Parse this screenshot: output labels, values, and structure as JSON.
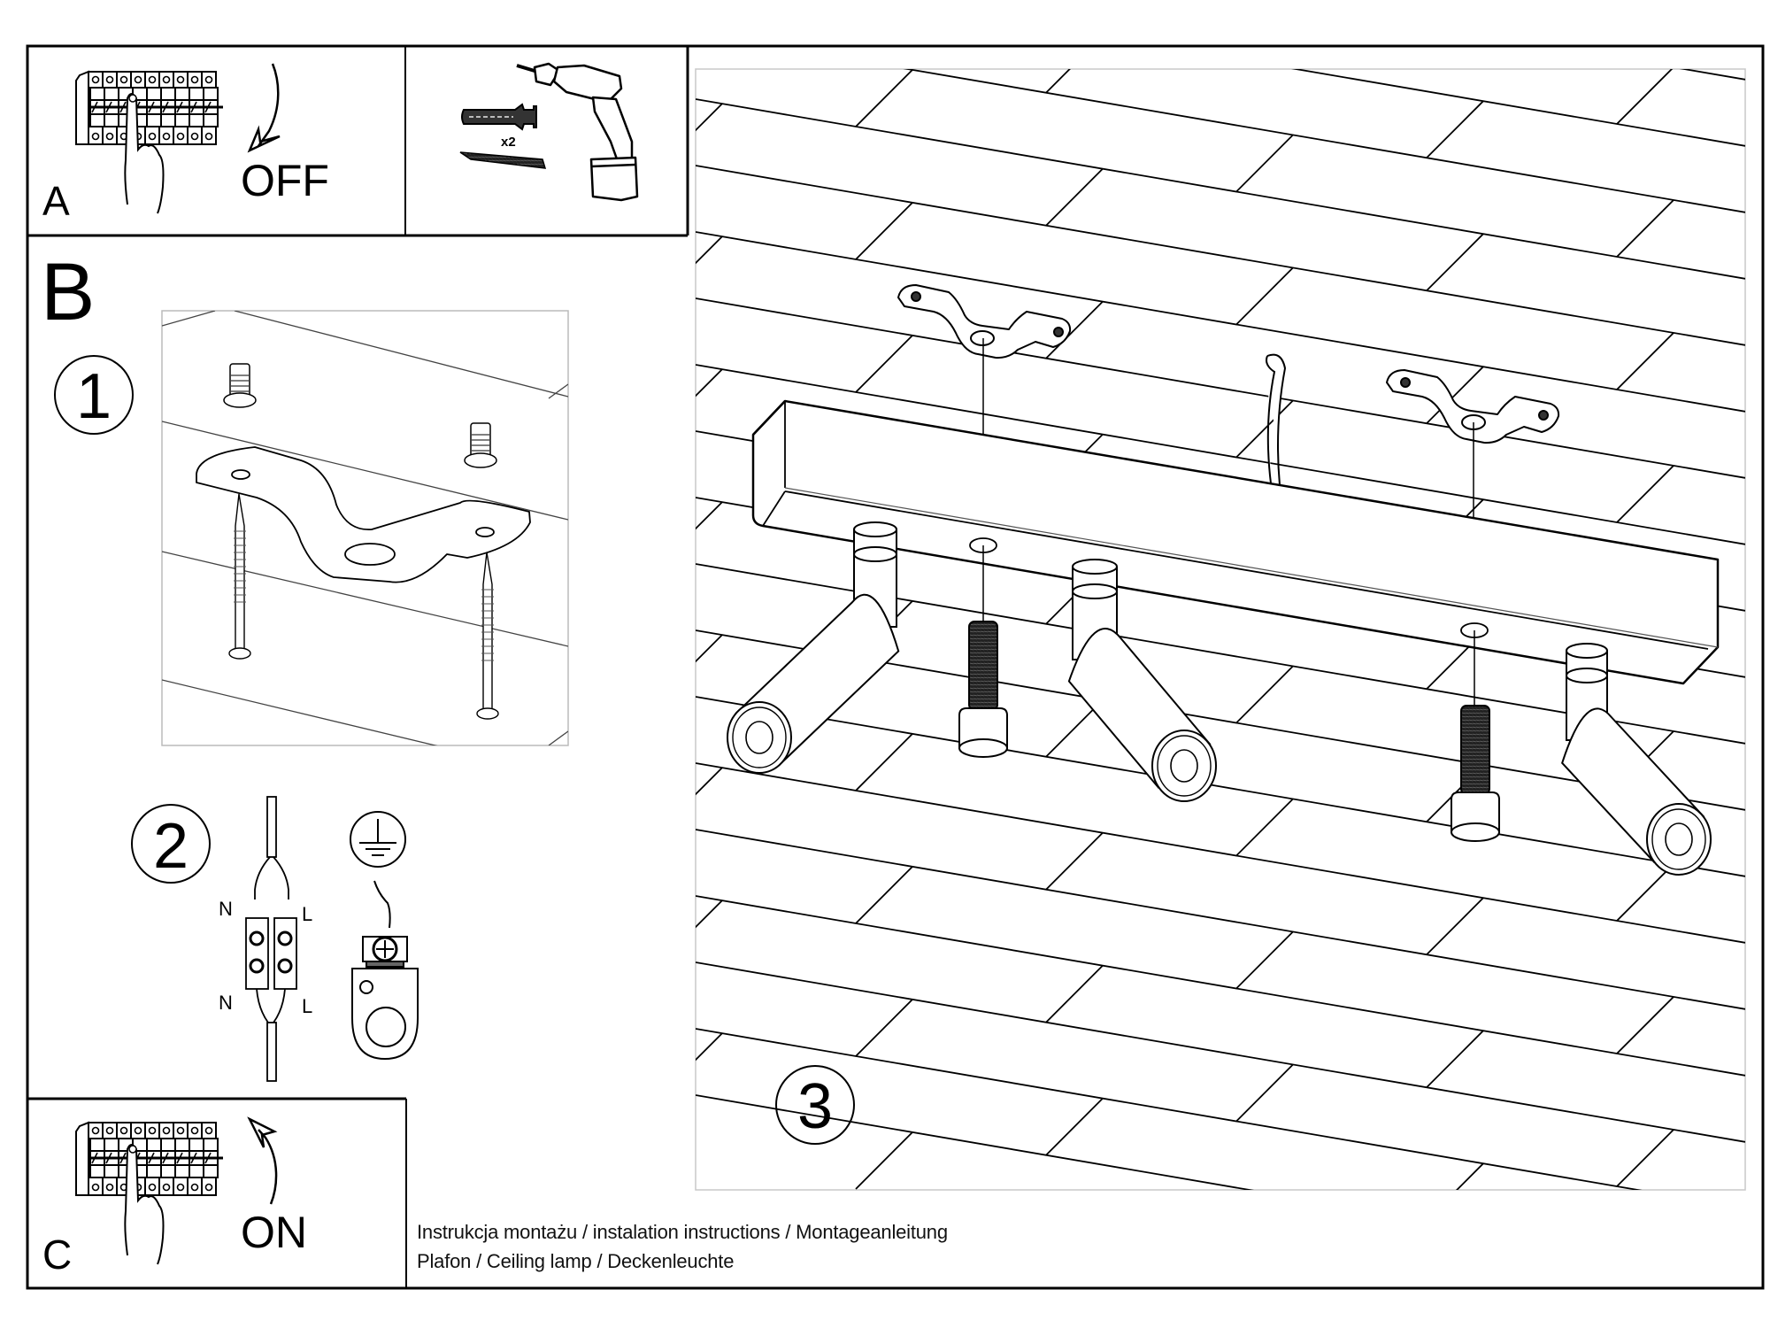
{
  "document": {
    "type": "installation instructions sheet",
    "panels": {
      "A": {
        "letter": "A",
        "action_label": "OFF",
        "icon": "circuit-breaker-switch-off-icon"
      },
      "tools": {
        "quantity_label": "x2",
        "items": [
          "wall-plug-icon",
          "screw-icon",
          "power-drill-icon"
        ]
      },
      "B": {
        "letter": "B",
        "steps": [
          {
            "number": "1",
            "description_icon": "mounting-bracket-screws-icon"
          },
          {
            "number": "2",
            "description_icon": "wiring-terminal-icon",
            "wire_labels": {
              "top_left": "N",
              "top_right": "L",
              "bottom_left": "N",
              "bottom_right": "L"
            },
            "ground_icon": "earth-ground-icon"
          }
        ]
      },
      "step3": {
        "number": "3",
        "description_icon": "ceiling-lamp-assembly-icon"
      },
      "C": {
        "letter": "C",
        "action_label": "ON",
        "icon": "circuit-breaker-switch-on-icon"
      }
    },
    "footer": {
      "line1": "Instrukcja montażu / instalation instructions / Montageanleitung",
      "line2": "Plafon / Ceiling lamp / Deckenleuchte"
    }
  }
}
